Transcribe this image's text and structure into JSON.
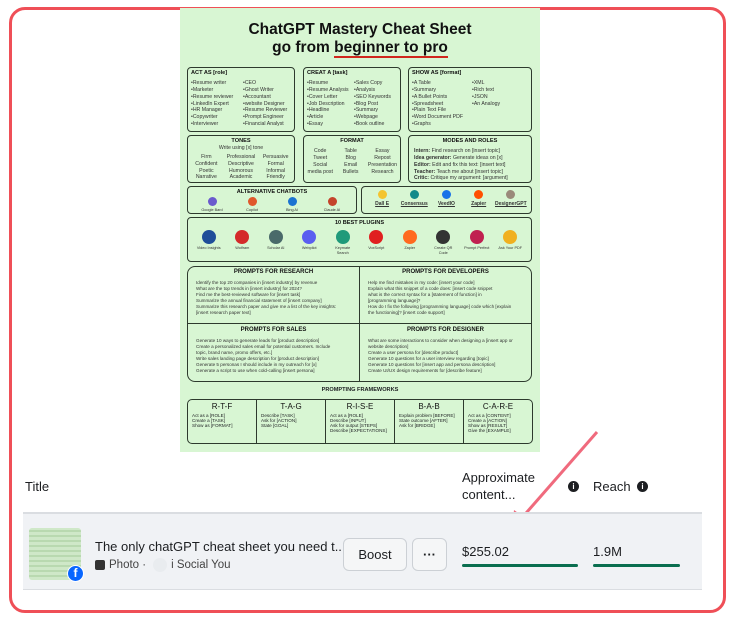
{
  "poster": {
    "title": "ChatGPT Mastery Cheat Sheet",
    "subtitle_prefix": "go from ",
    "subtitle_highlight": "beginner to pro",
    "act_as": {
      "heading": "ACT AS [role]",
      "col1": [
        "•Resume writer",
        "•Marketer",
        "•Resume reviewer",
        "•LinkedIn Expert",
        "•HR Manager",
        "•Copywriter",
        "•Interviewer"
      ],
      "col2": [
        "•CEO",
        "•Ghost Writer",
        "•Accountant",
        "•website Designer",
        "•Resume Reviewer",
        "•Prompt Engineer",
        "•Financial Analyst"
      ]
    },
    "create_a": {
      "heading": "CREAT A [task]",
      "col1": [
        "•Resume",
        "•Resume Analysis",
        "•Cover Letter",
        "•Job Description",
        "•Headline",
        "•Article",
        "•Essay"
      ],
      "col2": [
        "•Sales Copy",
        "•Analysis",
        "•SEO Keywords",
        "•Blog Post",
        "•Summary",
        "•Webpage",
        "•Book outline"
      ]
    },
    "show_as": {
      "heading": "SHOW AS [format]",
      "col1": [
        "•A Table",
        "•Summary",
        "•A Bullet Points",
        "•Spreadsheet",
        "•Plain Text File",
        "•Word Document PDF",
        "•Graphs"
      ],
      "col2": [
        "•XML",
        "•Rich text",
        "•JSON",
        "•An Analogy"
      ]
    },
    "tones": {
      "heading": "TONES",
      "sub": "Write using [x] tone",
      "col1": [
        "Firm",
        "Confident",
        "Poetic",
        "Narrative"
      ],
      "col2": [
        "Professional",
        "Descriptive",
        "Humorous",
        "Academic"
      ],
      "col3": [
        "Persuasive",
        "Formal",
        "Informal",
        "Friendly"
      ]
    },
    "format": {
      "heading": "FORMAT",
      "col1": [
        "Code",
        "Tweet",
        "Social",
        "media post"
      ],
      "col2": [
        "Table",
        "Blog",
        "Email",
        "Bullets"
      ],
      "col3": [
        "Essay",
        "Repost",
        "Presentation",
        "Research"
      ]
    },
    "modes": {
      "heading": "MODES AND ROLES",
      "items": [
        {
          "k": "Intern:",
          "v": "Find research on [insert topic]"
        },
        {
          "k": "Idea generator:",
          "v": "Generate ideas on [x]"
        },
        {
          "k": "Editor:",
          "v": "Edit and fix this text: [insert text]"
        },
        {
          "k": "Teacher:",
          "v": "Teach me about [insert topic]"
        },
        {
          "k": "Critic:",
          "v": "Critique my argument: [argument]"
        }
      ]
    },
    "chatbots": {
      "heading": "ALTERNATIVE CHATBOTS",
      "items": [
        "Google Bard",
        "Copilot",
        "Bing AI",
        "Claude AI"
      ]
    },
    "tools": {
      "items": [
        "Dall E",
        "Consensus",
        "VeedIO",
        "Zapier",
        "DesignerGPT"
      ]
    },
    "plugins": {
      "heading": "10 BEST PLUGINS",
      "items": [
        "Video Insights",
        "Wolfram",
        "Scholar AI",
        "Webpilot",
        "Keymate Search",
        "VoxScript",
        "Zapier",
        "Create QR Code",
        "Prompt Perfect",
        "Ask Your PDF"
      ]
    },
    "research": {
      "heading": "PROMPTS FOR RESEARCH",
      "lines": [
        "Identify the top 20 companies in [insert industry] by revenue",
        "What are the top trends in [insert industry] for 2024?",
        "Find me the best-reviewed software for [insert task]",
        "Summarize the annual financial statement of [insert company]",
        "Summarize this research paper and give me a list of the key insights:",
        "[insert research paper text]"
      ]
    },
    "developers": {
      "heading": "PROMPTS FOR DEVELOPERS",
      "lines": [
        "Help me find mistakes in my code: [insert your code]",
        "Explain what this snippet of a code does: [insert code snippet",
        "what is the correct syntax for a [statement of function] in",
        "[programming language]?",
        "How do I fix the following [programming language] code which [explain",
        "the functioning]? [insert code support]"
      ]
    },
    "sales": {
      "heading": "PROMPTS FOR SALES",
      "lines": [
        "Generate 10 ways to generate leads for [product description]",
        "Create a personalized sales email for potential customers. Include",
        "topic, brand name, promo offers, etc.]",
        "Write sales landing page description for [product description]",
        "Generate 5 personas I should include in my outreach for [x]",
        "Generate a script to use when cold-calling [insert persona]"
      ]
    },
    "designer": {
      "heading": "PROMPTS FOR DESIGNER",
      "lines": [
        "What are some interactions to consider when designing a [insert app or",
        "website description]",
        "Create a user persona for [describe product]",
        "Generate 10 questions for a user interview regarding [topic]",
        "Generate 10 questions for [insert app and persona description]",
        "Create UI/UX  design requirements for [describe feature]"
      ]
    },
    "frameworks": {
      "heading": "PROMPTING FRAMEWORKS",
      "items": [
        {
          "name": "R-T-F",
          "lines": [
            "Act as a [ROLE]",
            "Create a [TASK]",
            "Show as [FORMAT]"
          ]
        },
        {
          "name": "T-A-G",
          "lines": [
            "Describe [TASK]",
            "Ask for [ACTION]",
            "State [GOAL]"
          ]
        },
        {
          "name": "R-I-S-E",
          "lines": [
            "Act as a [ROLE]",
            "Describe [INPUT]",
            "Ask for output [STEPS]",
            "Describe [EXPECTATIONS]"
          ]
        },
        {
          "name": "B-A-B",
          "lines": [
            "Explain problem [BEFORE]",
            "State outcome [AFTER]",
            "Ask for [BRIDGE]"
          ]
        },
        {
          "name": "C-A-R-E",
          "lines": [
            "Act as a [CONTENT]",
            "Create a [ACTION]",
            "Show as [RESULT]",
            "Give the [EXAMPLE]"
          ]
        }
      ]
    }
  },
  "table": {
    "headers": {
      "title": "Title",
      "approx_1": "Approximate",
      "approx_2": "content...",
      "reach": "Reach"
    },
    "row": {
      "post_title": "The only chatGPT cheat sheet you need t...",
      "type": "Photo ·",
      "page": "i Social You",
      "boost": "Boost",
      "more": "···",
      "earnings": "$255.02",
      "earnings_fill": 1.0,
      "reach": "1.9M",
      "reach_fill": 1.0
    }
  },
  "colors": {
    "frame": "#ef4f57",
    "bar": "#0a6e4f",
    "poster_bg": "#d8f6d3",
    "arrow": "#f06a7d"
  }
}
